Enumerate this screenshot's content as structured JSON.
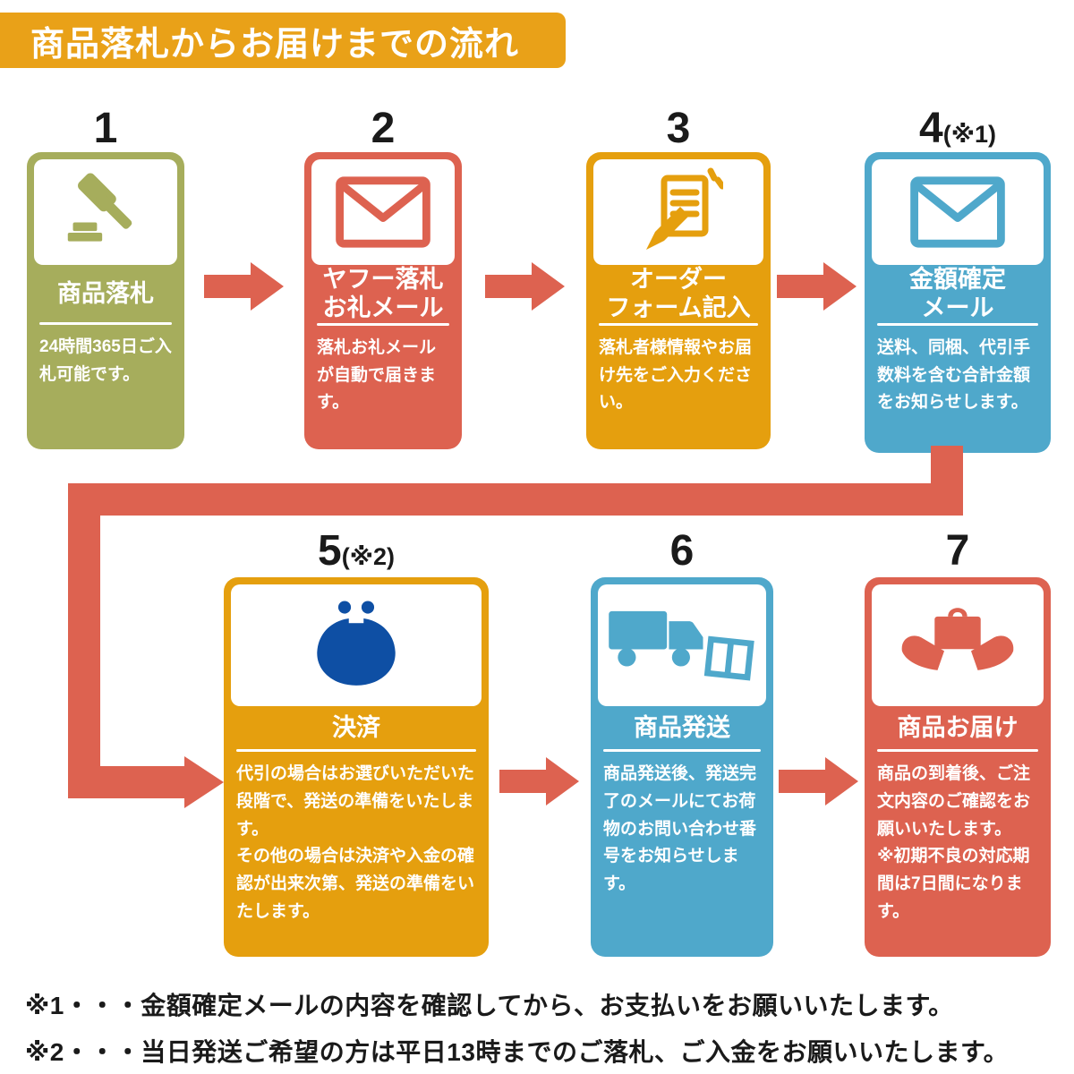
{
  "header": {
    "title": "商品落札からお届けまでの流れ",
    "bg": "#E9A118"
  },
  "colors": {
    "arrow": "#DD6250",
    "number_text": "#1a1a1a"
  },
  "steps": [
    {
      "number": "1",
      "note": "",
      "title": "商品落札",
      "body": "24時間365日ご入札可能です。",
      "color": "#A6AD5C",
      "icon": "gavel-icon",
      "icon_color": "#A6AD5C"
    },
    {
      "number": "2",
      "note": "",
      "title": "ヤフー落札\nお礼メール",
      "body": "落札お礼メールが自動で届きます。",
      "color": "#DD6250",
      "icon": "mail-icon",
      "icon_color": "#DD6250"
    },
    {
      "number": "3",
      "note": "",
      "title": "オーダー\nフォーム記入",
      "body": "落札者様情報やお届け先をご入力ください。",
      "color": "#E59F0E",
      "icon": "order-form-icon",
      "icon_color": "#E59F0E"
    },
    {
      "number": "4",
      "note": "(※1)",
      "title": "金額確定\nメール",
      "body": "送料、同梱、代引手数料を含む合計金額をお知らせします。",
      "color": "#4FA8CB",
      "icon": "mail-icon",
      "icon_color": "#4FA8CB"
    },
    {
      "number": "5",
      "note": "(※2)",
      "title": "決済",
      "body": "代引の場合はお選びいただいた段階で、発送の準備をいたします。\nその他の場合は決済や入金の確認が出来次第、発送の準備をいたします。",
      "color": "#E59F0E",
      "icon": "coin-purse-icon",
      "icon_color": "#0E4FA4"
    },
    {
      "number": "6",
      "note": "",
      "title": "商品発送",
      "body": "商品発送後、発送完了のメールにてお荷物のお問い合わせ番号をお知らせします。",
      "color": "#4FA8CB",
      "icon": "truck-box-icon",
      "icon_color": "#4FA8CB"
    },
    {
      "number": "7",
      "note": "",
      "title": "商品お届け",
      "body": "商品の到着後、ご注文内容のご確認をお願いいたします。\n※初期不良の対応期間は7日間になります。",
      "color": "#DD6250",
      "icon": "hands-package-icon",
      "icon_color": "#DD6250"
    }
  ],
  "footnotes": [
    "※1・・・金額確定メールの内容を確認してから、お支払いをお願いいたします。",
    "※2・・・当日発送ご希望の方は平日13時までのご落札、ご入金をお願いいたします。"
  ]
}
